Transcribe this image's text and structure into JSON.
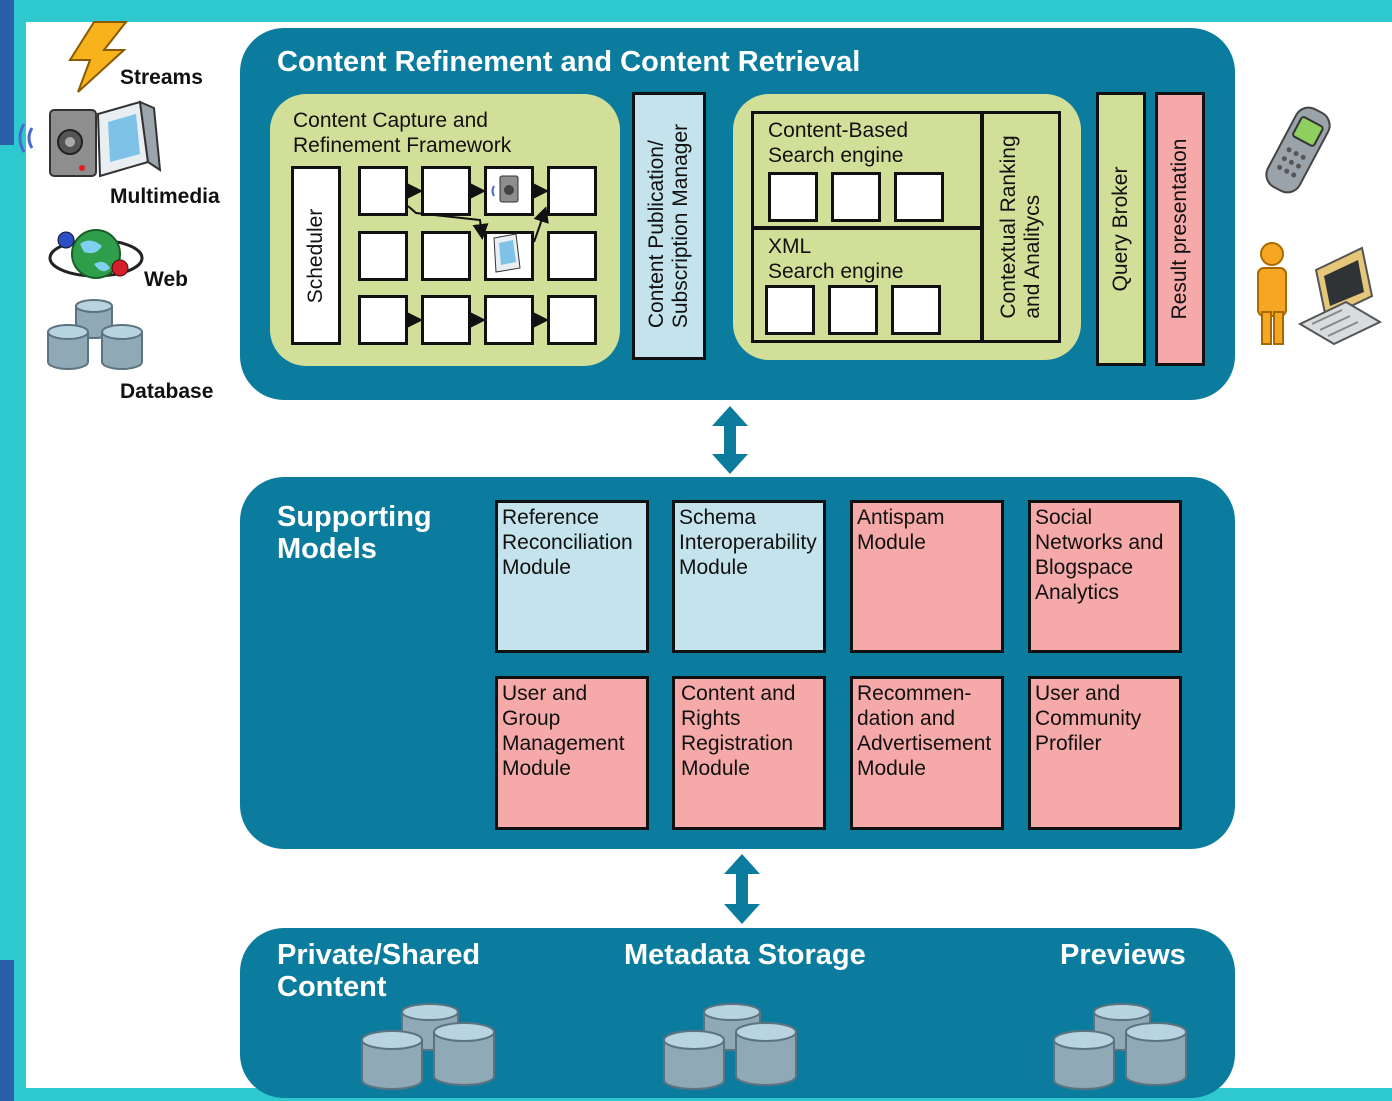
{
  "sources": {
    "streams": "Streams",
    "multimedia": "Multimedia",
    "web": "Web",
    "database": "Database"
  },
  "top": {
    "title": "Content Refinement and Content Retrieval",
    "capture_title": "Content Capture and\nRefinement Framework",
    "scheduler": "Scheduler",
    "pubsub": "Content Publication/\nSubscription Manager",
    "cbse": "Content-Based\nSearch engine",
    "xml": "XML\nSearch engine",
    "ranking": "Contextual Ranking\nand Analitycs",
    "broker": "Query Broker",
    "result": "Result presentation"
  },
  "supporting": {
    "title": "Supporting\nModels",
    "modules": [
      {
        "label": "Reference\nReconciliation\nModule",
        "color": "blue"
      },
      {
        "label": "Schema\nInteroperability\nModule",
        "color": "blue"
      },
      {
        "label": "Antispam\nModule",
        "color": "pink"
      },
      {
        "label": "Social\nNetworks and\nBlogspace\nAnalytics",
        "color": "pink"
      },
      {
        "label": "User and\nGroup\nManagement\nModule",
        "color": "pink"
      },
      {
        "label": "Content and\nRights\nRegistration\nModule",
        "color": "pink"
      },
      {
        "label": "Recommen-\ndation and\nAdvertisement\nModule",
        "color": "pink"
      },
      {
        "label": "User and\nCommunity\nProfiler",
        "color": "pink"
      }
    ]
  },
  "storage": {
    "private": "Private/Shared\nContent",
    "metadata": "Metadata Storage",
    "previews": "Previews"
  },
  "colors": {
    "panel": "#0b7c9e",
    "frame": "#2ec9cf",
    "green": "#d2df98",
    "blue": "#c5e3ec",
    "pink": "#f6a9a9"
  }
}
